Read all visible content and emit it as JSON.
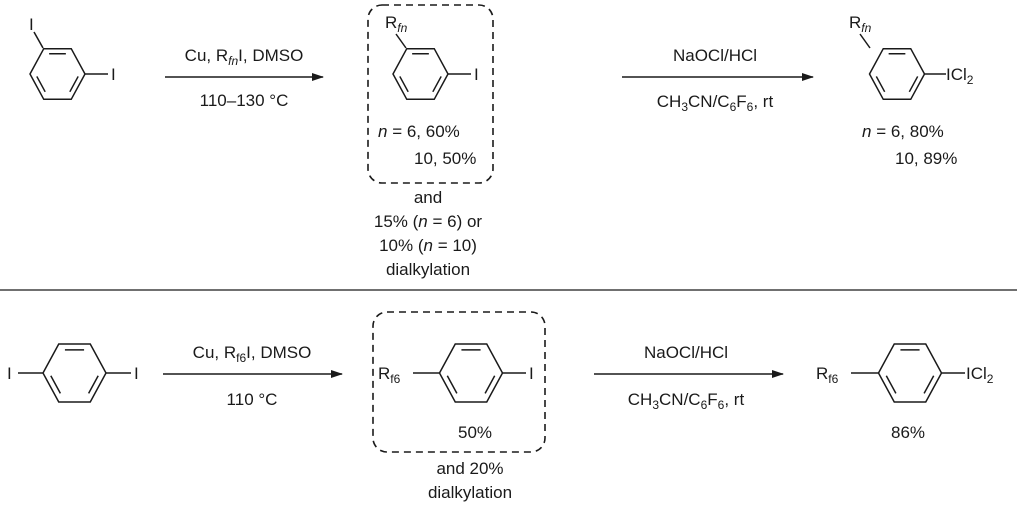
{
  "scheme_top": {
    "start_substituents": [
      "I",
      "I"
    ],
    "step1": {
      "reagent_pre": "Cu, R",
      "reagent_sub": "fn",
      "reagent_post": "I, DMSO",
      "conditions": "110–130 °C"
    },
    "intermediate": {
      "r_label": "R",
      "r_sub": "fn",
      "x_label": "I",
      "yield_n": "n",
      "yield_line1": " = 6, 60%",
      "yield_line2": "10, 50%"
    },
    "side_product": {
      "line1": "and",
      "line2_pre": "15% (",
      "line2_n": "n",
      "line2_post": " = 6) or",
      "line3_pre": "10% (",
      "line3_n": "n",
      "line3_post": " = 10)",
      "line4": "dialkylation"
    },
    "step2": {
      "reagent": "NaOCl/HCl",
      "cond_a": "CH",
      "cond_a_sub": "3",
      "cond_b": "CN/C",
      "cond_b_sub": "6",
      "cond_c": "F",
      "cond_c_sub": "6",
      "cond_d": ", rt"
    },
    "product": {
      "r_label": "R",
      "r_sub": "fn",
      "x_label": "ICl",
      "x_sub": "2",
      "yield_n": "n",
      "yield_line1": " = 6, 80%",
      "yield_line2": "10, 89%"
    }
  },
  "scheme_bottom": {
    "start_substituents": [
      "I",
      "I"
    ],
    "step1": {
      "reagent_pre": "Cu, R",
      "reagent_sub": "f6",
      "reagent_post": "I, DMSO",
      "conditions": "110 °C"
    },
    "intermediate": {
      "r_label": "R",
      "r_sub": "f6",
      "x_label": "I",
      "yield": "50%"
    },
    "side_product": {
      "line1": "and 20%",
      "line2": "dialkylation"
    },
    "step2": {
      "reagent": "NaOCl/HCl",
      "cond_a": "CH",
      "cond_a_sub": "3",
      "cond_b": "CN/C",
      "cond_b_sub": "6",
      "cond_c": "F",
      "cond_c_sub": "6",
      "cond_d": ", rt"
    },
    "product": {
      "r_label": "R",
      "r_sub": "f6",
      "x_label": "ICl",
      "x_sub": "2",
      "yield": "86%"
    }
  }
}
